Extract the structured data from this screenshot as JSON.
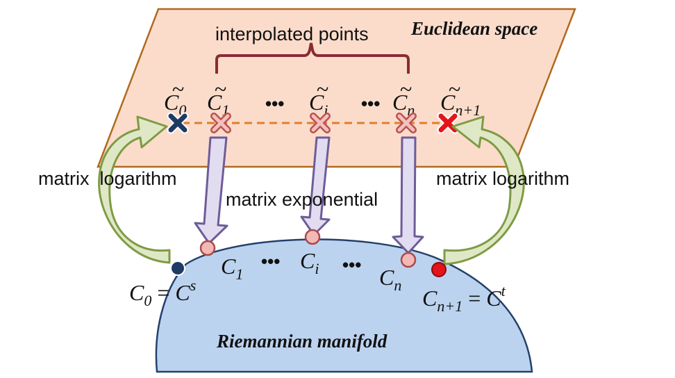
{
  "colors": {
    "euclidean_fill": "#fbdccb",
    "euclidean_stroke": "#b0691e",
    "manifold_fill": "#bcd3ef",
    "manifold_stroke": "#24406b",
    "dashed_line": "#e37c2b",
    "bracket": "#8a2b33",
    "start_point": "#1f3a63",
    "end_point": "#e3141a",
    "interp_point": "#e08a88",
    "down_arrow_fill": "#e2dcf0",
    "down_arrow_stroke": "#6e5c98",
    "curved_arrow_fill": "#dfe8c6",
    "curved_arrow_stroke": "#7e9b43"
  },
  "euclidean": {
    "title": "Euclidean space"
  },
  "bracket_label": "interpolated points",
  "tilde_points": {
    "p0": {
      "base": "C",
      "sub": "0"
    },
    "p1": {
      "base": "C",
      "sub": "1"
    },
    "pi": {
      "base": "C",
      "sub": "i"
    },
    "pn": {
      "base": "C",
      "sub": "n"
    },
    "pn1": {
      "base": "C",
      "sub": "n+1"
    }
  },
  "ellipsis": "•••",
  "left_arrow_label": "matrix  logarithm",
  "right_arrow_label": "matrix logarithm",
  "exp_label": "matrix exponential",
  "manifold": {
    "title": "Riemannian manifold",
    "c1": {
      "base": "C",
      "sub": "1"
    },
    "ci": {
      "base": "C",
      "sub": "i"
    },
    "cn": {
      "base": "C",
      "sub": "n"
    },
    "c0": {
      "base": "C",
      "sub": "0",
      "eq": " = ",
      "rhs": "C",
      "sup": "s"
    },
    "cn1": {
      "base": "C",
      "sub": "n+1",
      "eq": " = ",
      "rhs": "C",
      "sup": "t"
    }
  },
  "icons": {
    "start": "x-mark-icon",
    "end": "x-mark-icon",
    "interp": "x-mark-icon",
    "manifold_point": "circle-dot-icon"
  }
}
